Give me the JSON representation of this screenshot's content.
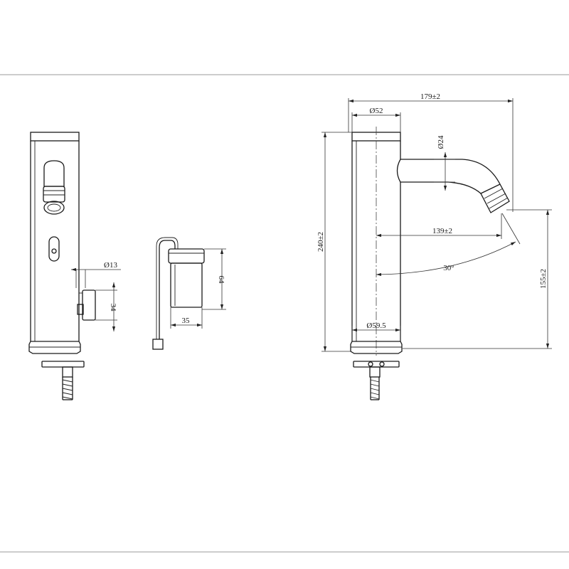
{
  "dimensions": {
    "sensor_diameter": "Ø13",
    "valve_height": "34",
    "box_height": "64",
    "box_width": "35",
    "overall_width": "179±2",
    "body_diameter": "Ø52",
    "spout_diameter": "Ø24",
    "overall_height": "240±2",
    "spout_reach": "139±2",
    "spout_angle": "30°",
    "outlet_height": "155±2",
    "base_diameter": "Ø59.5"
  }
}
